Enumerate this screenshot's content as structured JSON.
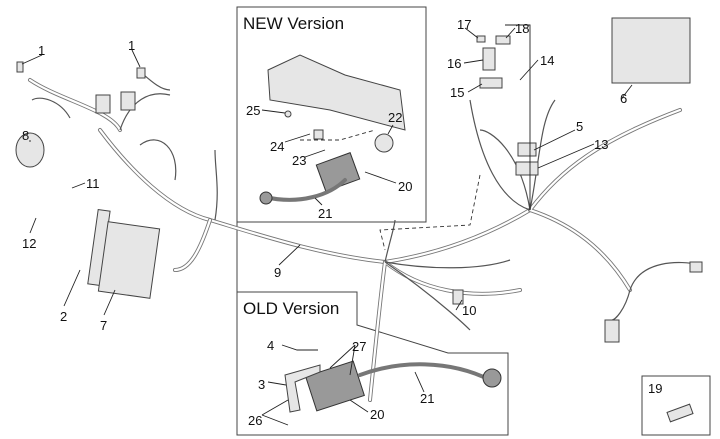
{
  "diagram": {
    "new_version_title": "NEW Version",
    "old_version_title": "OLD Version",
    "callouts": [
      "1",
      "1",
      "8",
      "11",
      "12",
      "2",
      "7",
      "9",
      "25",
      "24",
      "23",
      "22",
      "20",
      "21",
      "17",
      "18",
      "16",
      "15",
      "14",
      "6",
      "5",
      "13",
      "10",
      "27",
      "4",
      "3",
      "26",
      "20",
      "21",
      "19"
    ],
    "colors": {
      "line": "#555555",
      "part_fill": "#e6e6e6",
      "background": "#ffffff"
    }
  }
}
